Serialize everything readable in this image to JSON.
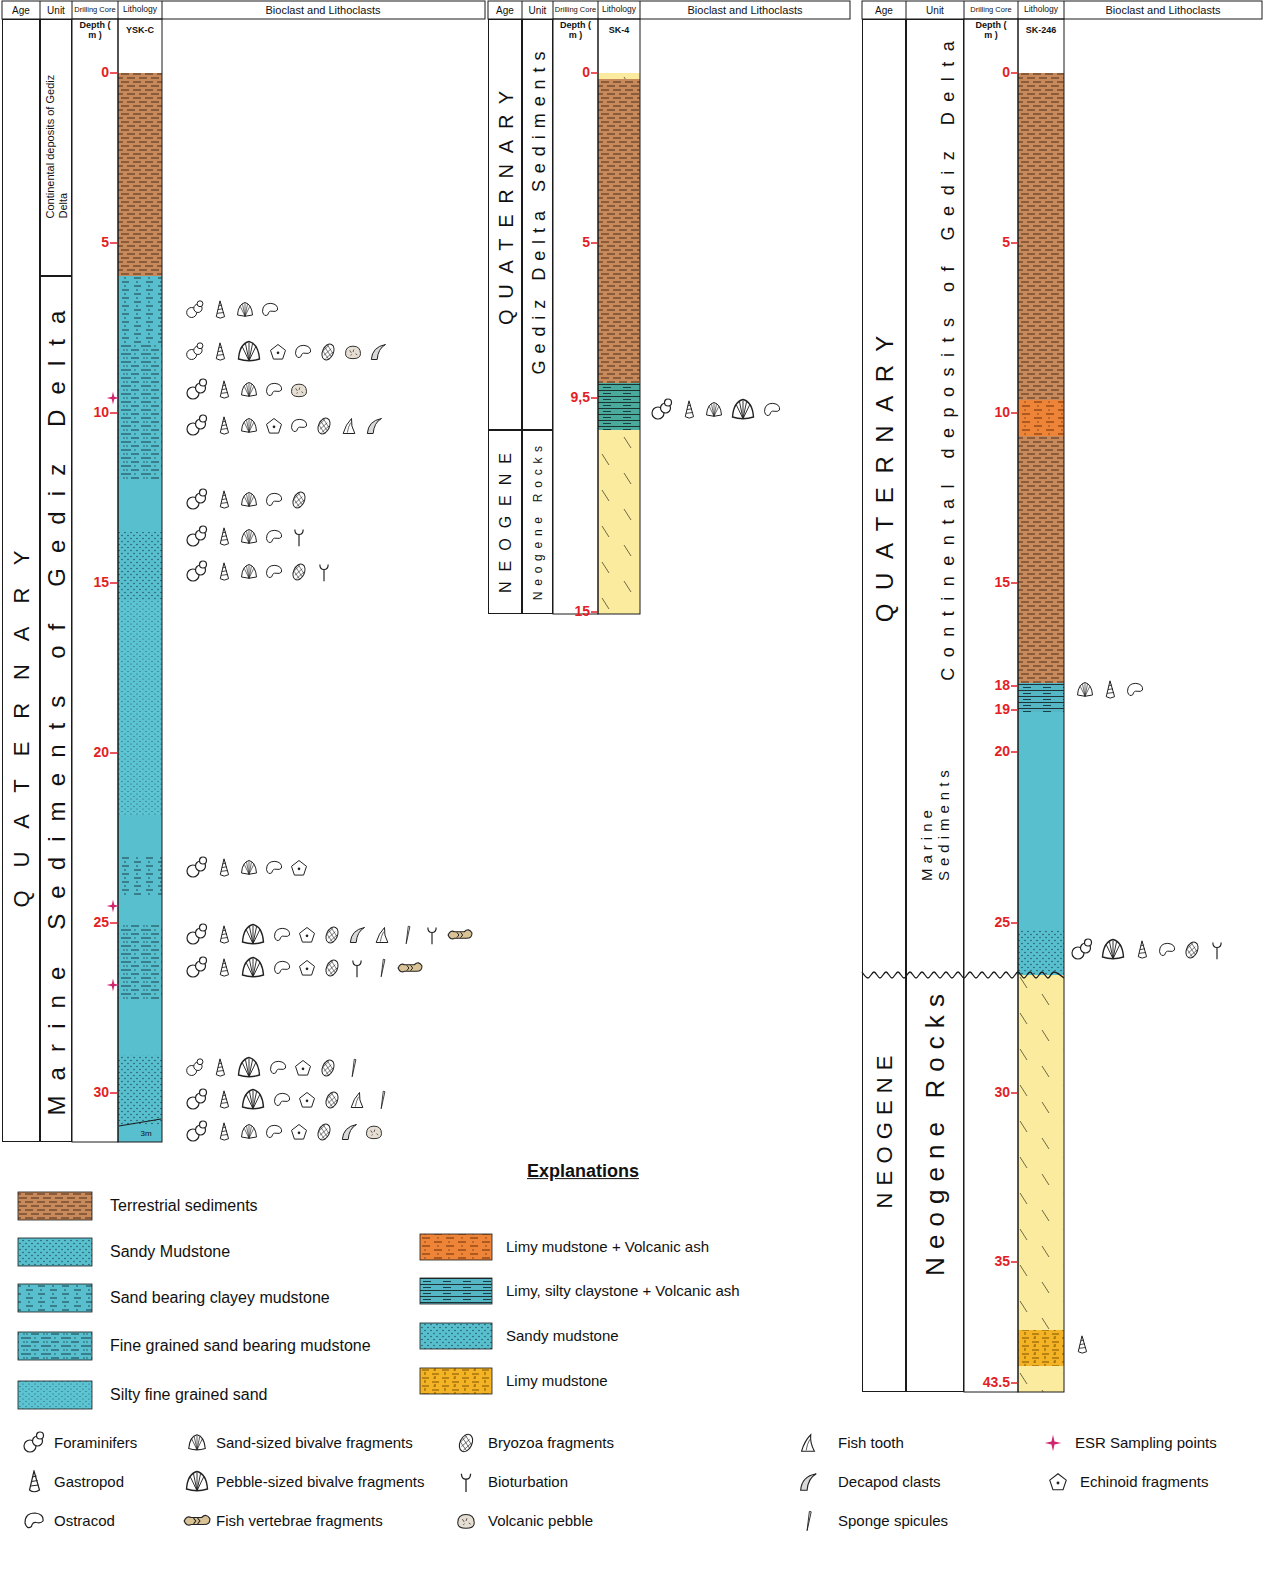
{
  "diagram": {
    "nodes": [
      {
        "text": [
          "QUATERNARY"
        ]
      },
      {
        "text": [
          "Continental deposits of Gediz Delta"
        ]
      },
      {
        "text": [
          "Marine Sediments of Gediz Delta"
        ]
      },
      {
        "text": [
          "QUATERNARY"
        ]
      },
      {
        "text": [
          "NEOGENE"
        ]
      },
      {
        "text": [
          "Gediz Delta Sediments"
        ]
      },
      {
        "text": [
          "Neogene Rocks"
        ]
      },
      {
        "text": [
          "QUATERNARY"
        ]
      },
      {
        "text": [
          "NEOGENE"
        ]
      },
      {
        "text": [
          "Continental deposits of Gediz Delta",
          "Marine Sediments"
        ]
      },
      {
        "text": [
          "Neogene Rocks"
        ]
      }
    ],
    "labels": [
      "Age",
      "Unit",
      "Drilling Core",
      "Lithology",
      "Bioclast and Lithoclasts",
      "Depth ( m )",
      "YSK-C",
      "0",
      "5",
      "10",
      "15",
      "20",
      "25",
      "30",
      "3m",
      "Age",
      "Unit",
      "Drilling Core",
      "Lithology",
      "Bioclast and Lithoclasts",
      "Depth ( m )",
      "SK-4",
      "0",
      "5",
      "9,5",
      "15",
      "Age",
      "Unit",
      "Drilling Core",
      "Lithology",
      "Bioclast and Lithoclasts",
      "Depth ( m )",
      "SK-246",
      "0",
      "5",
      "10",
      "15",
      "18",
      "19",
      "20",
      "25",
      "30",
      "35",
      "43.5",
      "Explanations"
    ],
    "legend": [
      {
        "text": "Terrestrial sediments"
      },
      {
        "text": "Sandy Mudstone"
      },
      {
        "text": "Sand bearing clayey mudstone"
      },
      {
        "text": "Fine grained sand bearing mudstone"
      },
      {
        "text": "Silty fine grained sand"
      },
      {
        "text": "Limy mudstone + Volcanic ash"
      },
      {
        "text": "Limy, silty claystone + Volcanic ash"
      },
      {
        "text": "Sandy mudstone"
      },
      {
        "text": "Limy mudstone"
      },
      {
        "text": "Foraminifers"
      },
      {
        "text": "Sand-sized bivalve fragments"
      },
      {
        "text": "Bryozoa fragments"
      },
      {
        "text": "Fish tooth"
      },
      {
        "text": "ESR Sampling points"
      },
      {
        "text": "Gastropod"
      },
      {
        "text": "Pebble-sized bivalve fragments"
      },
      {
        "text": "Bioturbation"
      },
      {
        "text": "Decapod clasts"
      },
      {
        "text": "Echinoid fragments"
      },
      {
        "text": "Ostracod"
      },
      {
        "text": "Fish vertebrae fragments"
      },
      {
        "text": "Volcanic pebble"
      },
      {
        "text": "Sponge spicules"
      }
    ]
  }
}
